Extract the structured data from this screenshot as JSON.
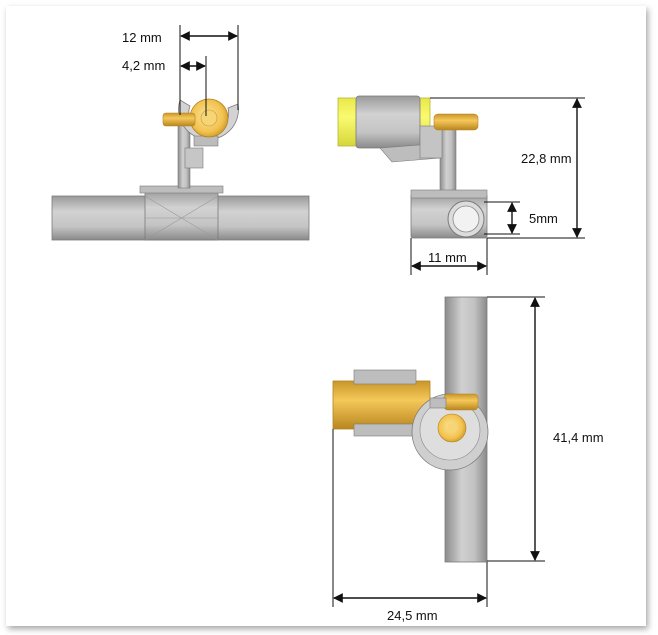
{
  "dimensions": {
    "front_width_outer": "12 mm",
    "front_width_inner": "4,2 mm",
    "side_height": "22,8 mm",
    "side_port": "5mm",
    "side_width": "11 mm",
    "top_length": "41,4 mm",
    "top_width": "24,5 mm"
  },
  "colors": {
    "gray_part": "#c2c2c2",
    "gray_dark": "#8f8f8f",
    "brass": "#f3c04a",
    "yellow": "#f6f554",
    "line": "#111111"
  }
}
